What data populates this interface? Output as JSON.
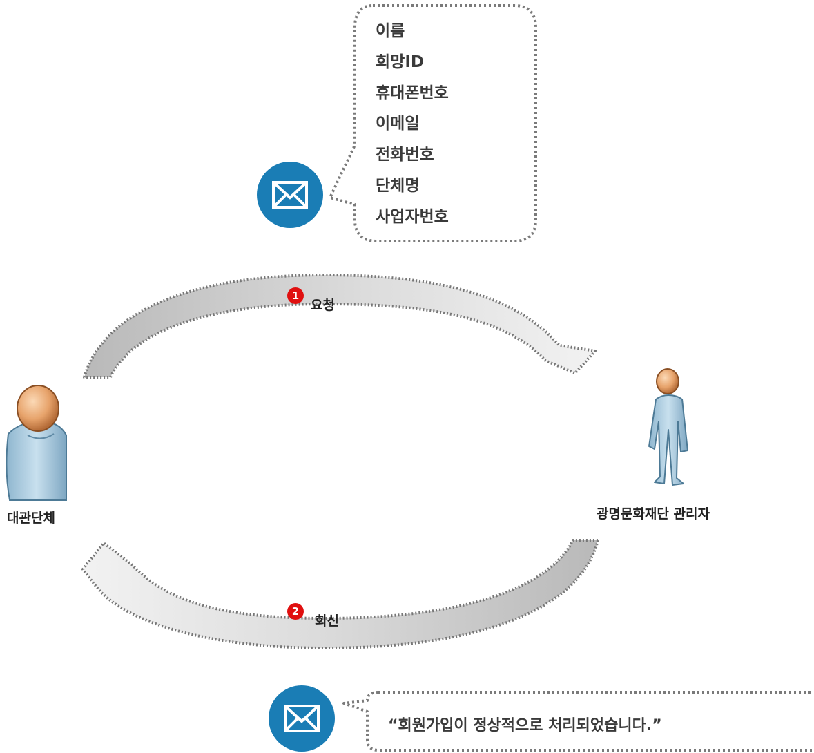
{
  "request_fields": [
    "이름",
    "희망ID",
    "휴대폰번호",
    "이메일",
    "전화번호",
    "단체명",
    "사업자번호"
  ],
  "steps": [
    {
      "number": "1",
      "label": "요청"
    },
    {
      "number": "2",
      "label": "회신"
    }
  ],
  "actors": {
    "left": "대관단체",
    "right": "광명문화재단 관리자"
  },
  "reply_message": "“회원가입이 정상적으로 처리되었습니다.”",
  "icons": [
    "envelope-icon",
    "person-icon"
  ],
  "colors": {
    "envelope_circle": "#1a7db5",
    "badge": "#e01010",
    "arrow_fill": "#c8c8c8",
    "dotted_border": "#777777"
  }
}
